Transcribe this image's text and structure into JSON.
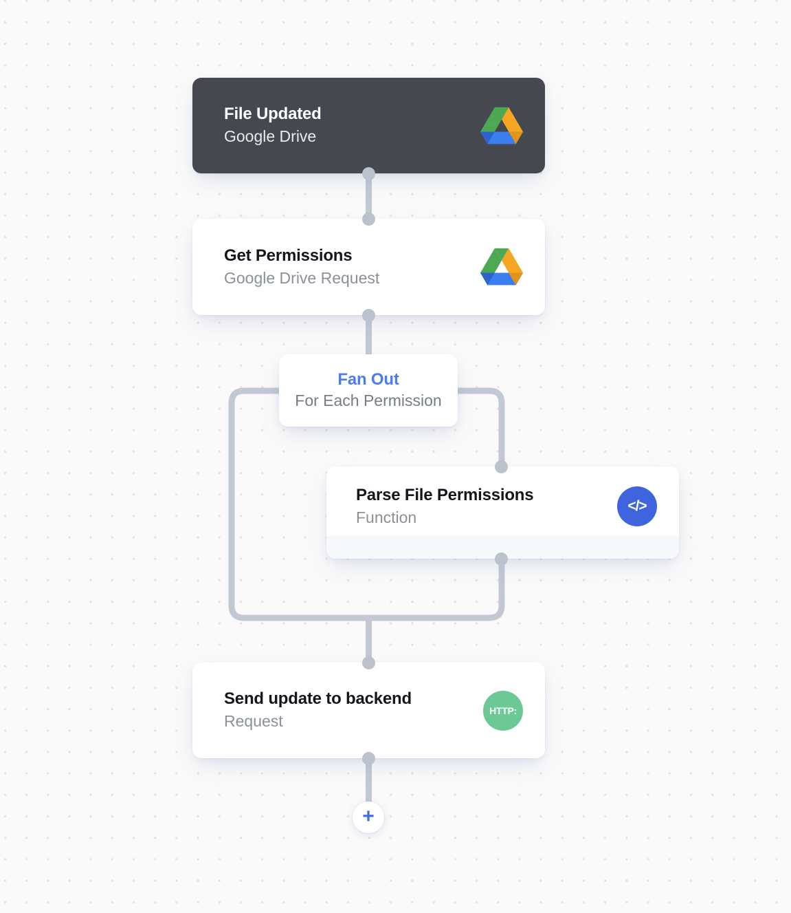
{
  "canvas": {
    "background_color": "#fafafa",
    "grid_dot_color": "#e3e3e3",
    "accent_color": "#3f6fe0",
    "connector_color": "#c3c9d3"
  },
  "nodes": [
    {
      "id": "trigger",
      "title": "File Updated",
      "subtitle": "Google Drive",
      "icon": "google-drive-icon",
      "style": "dark"
    },
    {
      "id": "get-permissions",
      "title": "Get Permissions",
      "subtitle": "Google Drive Request",
      "icon": "google-drive-icon",
      "style": "light"
    },
    {
      "id": "fanout",
      "title": "Fan Out",
      "subtitle": "For Each Permission",
      "icon": "none",
      "style": "loop",
      "title_color": "#4a7df0"
    },
    {
      "id": "parse",
      "title": "Parse File Permissions",
      "subtitle": "Function",
      "icon": "code-icon",
      "icon_glyph": "</>",
      "icon_color": "#3f64dd",
      "style": "light"
    },
    {
      "id": "send",
      "title": "Send update to backend",
      "subtitle": "Request",
      "icon": "http-icon",
      "icon_glyph": "HTTP:",
      "icon_color": "#6cc894",
      "style": "light"
    }
  ],
  "add_button": {
    "label": "+",
    "name": "add-step-button"
  },
  "icons": {
    "google_drive": {
      "name": "google-drive-icon",
      "green": "#4ca853",
      "yellow": "#f5a623",
      "blue": "#3b7ef0",
      "blue_dark": "#2f63cc"
    }
  }
}
